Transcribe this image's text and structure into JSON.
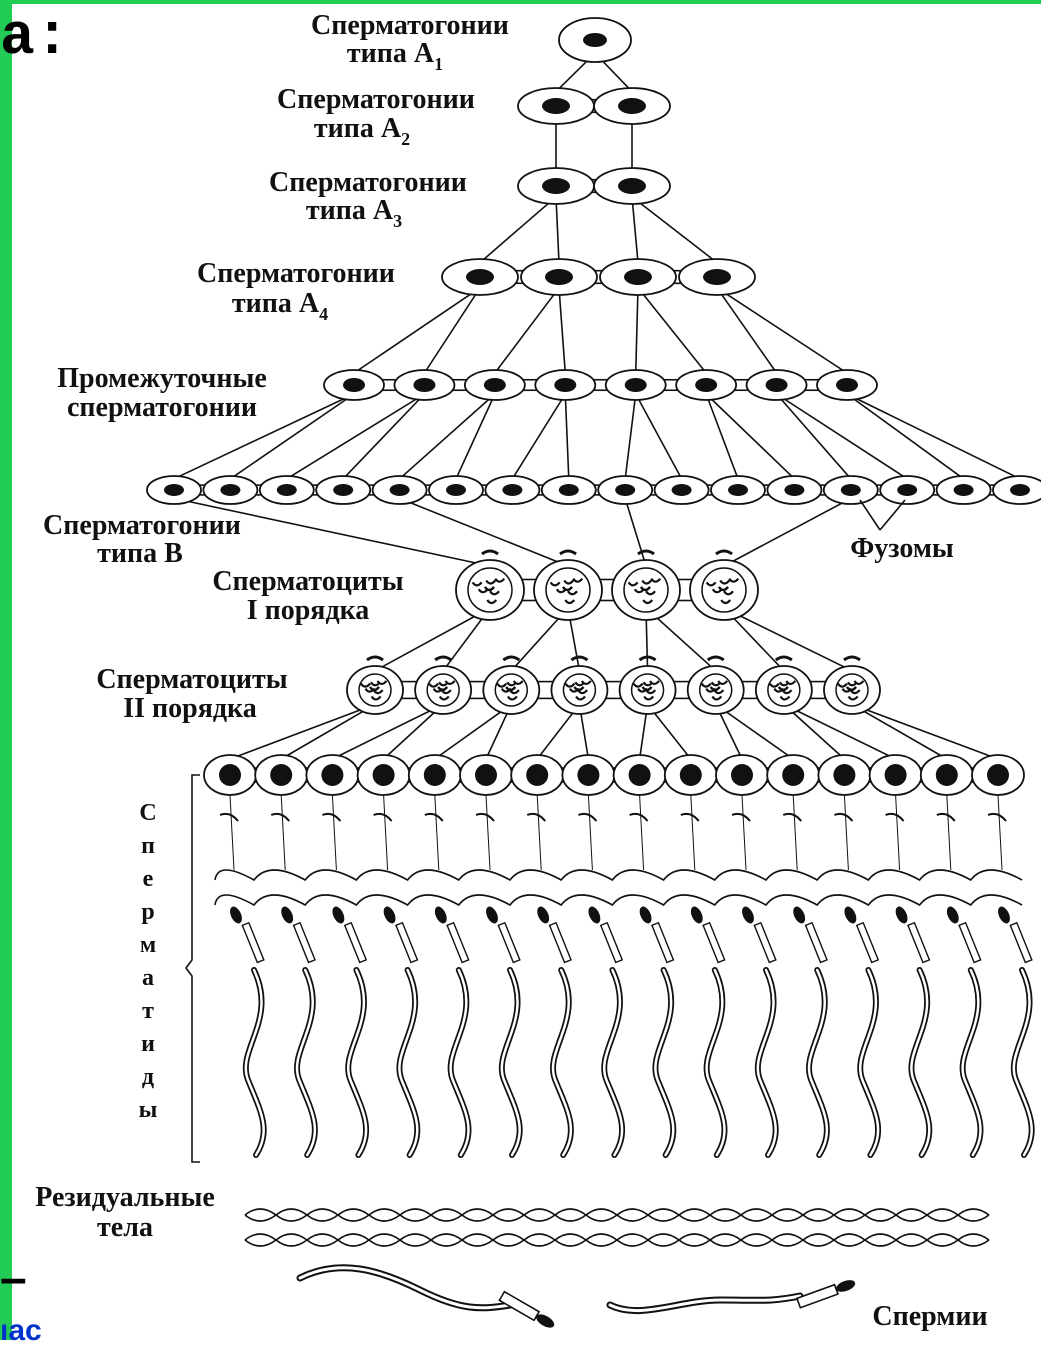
{
  "slide": {
    "colon": "a:",
    "dash": "–",
    "fragment": "ıac",
    "frame_color": "#22cc55",
    "fragment_color": "#0033cc"
  },
  "labels": {
    "a1_line1": "Сперматогонии",
    "a1_line2": "типа A",
    "a1_sub": "1",
    "a2_line1": "Сперматогонии",
    "a2_line2": "типа A",
    "a2_sub": "2",
    "a3_line1": "Сперматогонии",
    "a3_line2": "типа A",
    "a3_sub": "3",
    "a4_line1": "Сперматогонии",
    "a4_line2": "типа A",
    "a4_sub": "4",
    "intermediate_line1": "Промежуточные",
    "intermediate_line2": "сперматогонии",
    "typeb_line1": "Сперматогонии",
    "typeb_line2": "типа B",
    "fusomes": "Фузомы",
    "primary_line1": "Сперматоциты",
    "primary_line2": "I порядка",
    "secondary_line1": "Сперматоциты",
    "secondary_line2": "II порядка",
    "spermatids_vertical": [
      "С",
      "п",
      "е",
      "р",
      "м",
      "а",
      "т",
      "и",
      "д",
      "ы"
    ],
    "residual_line1": "Резидуальные",
    "residual_line2": "тела",
    "sperm": "Спермии"
  }
}
